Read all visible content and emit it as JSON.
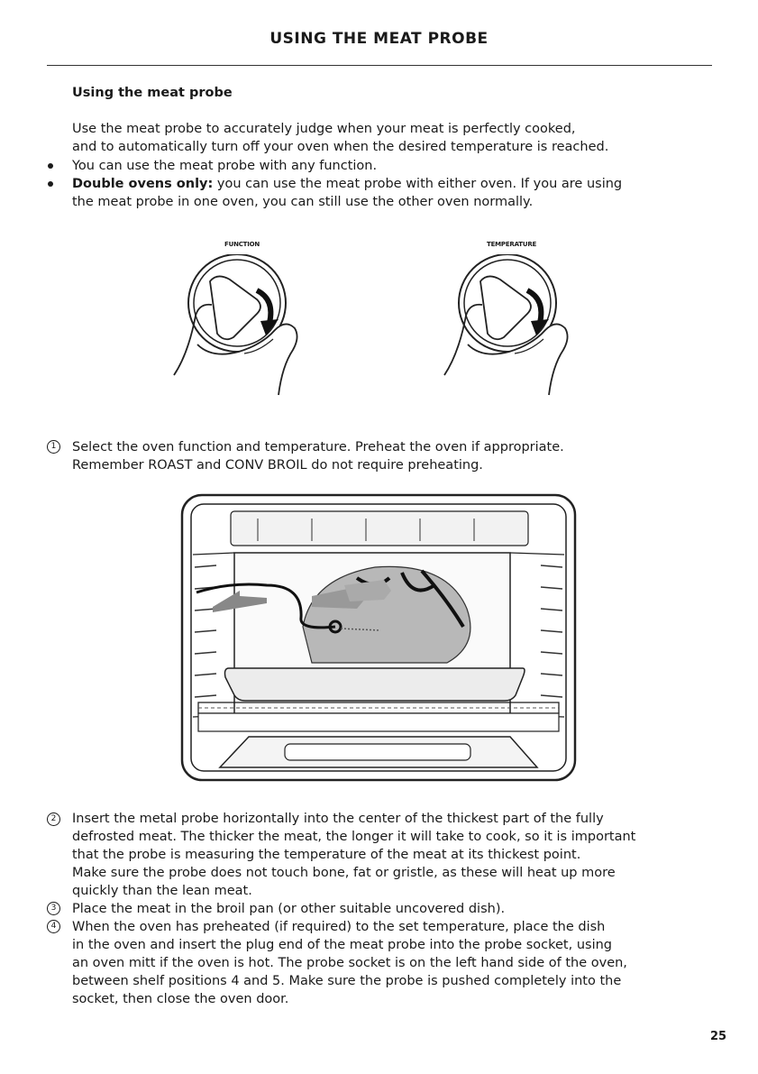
{
  "header": {
    "title": "USING THE MEAT PROBE"
  },
  "section": {
    "heading": "Using the meat probe",
    "intro_line1": "Use the meat probe to accurately judge when your meat is perfectly cooked,",
    "intro_line2": "and to automatically turn off your oven when the desired temperature is reached.",
    "bullet1": "You can use the meat probe with any function.",
    "bullet2_bold": "Double ovens only:",
    "bullet2_line1": " you can use the meat probe with either oven. If you are using",
    "bullet2_line2": "the meat probe in one oven, you can still use the other oven normally."
  },
  "figure1": {
    "label_function": "FUNCTION",
    "label_temperature": "TEMPERATURE"
  },
  "steps": {
    "s1_num": "1",
    "s1_line1": "Select the oven function and temperature. Preheat the oven if appropriate.",
    "s1_line2": "Remember ROAST and CONV BROIL do not require preheating.",
    "s2_num": "2",
    "s2_lines": [
      "Insert the metal probe horizontally into the center of the thickest part of the fully",
      "defrosted meat. The thicker the meat, the longer it will take to cook, so it is important",
      "that the probe is measuring the temperature of the meat at its thickest point.",
      "Make sure the probe does not touch bone, fat or gristle, as these will heat up more",
      "quickly than the lean meat."
    ],
    "s3_num": "3",
    "s3_line": "Place the meat in the broil pan (or other suitable uncovered dish).",
    "s4_num": "4",
    "s4_lines": [
      "When the oven has preheated (if required) to the set temperature, place the dish",
      "in the oven and insert the plug end of the meat probe into the probe socket, using",
      "an oven mitt if the oven is hot. The probe socket is on the left hand side of the oven,",
      "between shelf positions 4 and 5. Make sure the probe is pushed completely into the",
      "socket, then close the oven door."
    ]
  },
  "footer": {
    "page_number": "25"
  }
}
